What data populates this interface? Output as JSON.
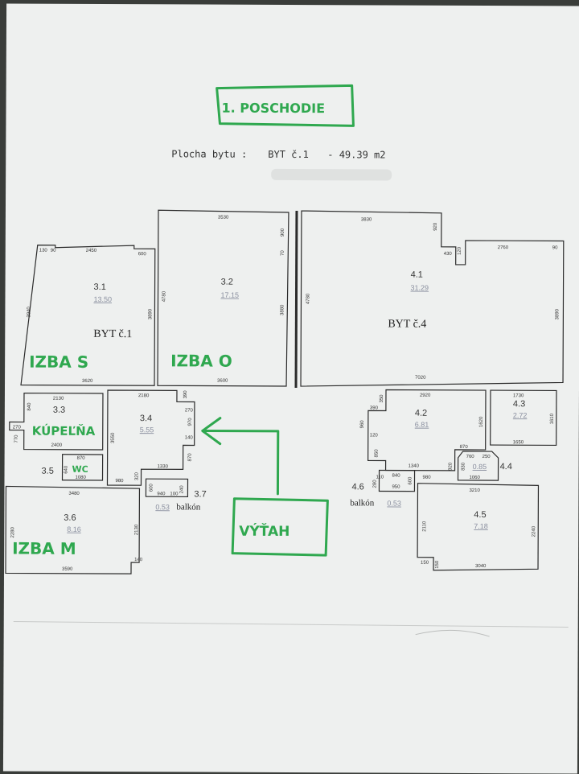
{
  "header": {
    "title": "1. POSCHODIE",
    "area_label": "Plocha bytu :",
    "apartment": "BYT č.1",
    "area_value": "- 49.39 m2"
  },
  "rooms": {
    "r31": {
      "num": "3.1",
      "area": "13.50"
    },
    "r32": {
      "num": "3.2",
      "area": "17.15"
    },
    "r41": {
      "num": "4.1",
      "area": "31.29"
    },
    "r33": {
      "num": "3.3"
    },
    "r34": {
      "num": "3.4",
      "area": "5.55"
    },
    "r35": {
      "num": "3.5"
    },
    "r36": {
      "num": "3.6",
      "area": "8.16"
    },
    "r37": {
      "num": "3.7",
      "area": "0.53",
      "label": "balkón"
    },
    "r42": {
      "num": "4.2",
      "area": "6.81"
    },
    "r43": {
      "num": "4.3",
      "area": "2.72"
    },
    "r44": {
      "num": "4.4",
      "area": "0.85"
    },
    "r45": {
      "num": "4.5",
      "area": "7.18"
    },
    "r46": {
      "num": "4.6",
      "area": "0.53",
      "label": "balkón"
    }
  },
  "labels": {
    "byt1": "BYT č.1",
    "byt4": "BYT č.4",
    "izba_s": "IZBA S",
    "izba_o": "IZBA O",
    "izba_m": "IZBA M",
    "kupelna": "KÚPEĽŇA",
    "wc": "WC",
    "vytah": "VÝŤAH"
  },
  "dims": {
    "d2450": "2450",
    "d130": "130",
    "d90": "90",
    "d600": "600",
    "d3940": "3940",
    "d3890a": "3890",
    "d3620": "3620",
    "d3530": "3530",
    "d900": "900",
    "d70": "70",
    "d4780a": "4780",
    "d3880": "3880",
    "d3600": "3600",
    "d3830": "3830",
    "d920": "920",
    "d430": "430",
    "d120": "120",
    "d2760": "2760",
    "d90b": "90",
    "d4780b": "4780",
    "d3890b": "3890",
    "d7020": "7020",
    "d2130": "2130",
    "d840": "840",
    "d270": "270",
    "d770": "770",
    "d2400": "2400",
    "d2180": "2180",
    "d390": "390",
    "d270b": "270",
    "d970": "970",
    "d140": "140",
    "d3550": "3550",
    "d870": "870",
    "d1330": "1330",
    "d980": "980",
    "d320": "320",
    "d870b": "870",
    "d640": "640",
    "d1080": "1080",
    "d3480": "3480",
    "d2280": "2280",
    "d2130b": "2130",
    "d140b": "140",
    "d3590": "3590",
    "d940": "940",
    "d100": "100",
    "d600b": "600",
    "d240": "240",
    "d2920": "2920",
    "d350": "350",
    "d390b": "390",
    "d960": "960",
    "d120b": "120",
    "d850": "850",
    "d1620": "1620",
    "d870c": "870",
    "d1340": "1340",
    "d920b": "920",
    "d110": "110",
    "d840b": "840",
    "d280": "280",
    "d950": "950",
    "d600c": "600",
    "d980b": "980",
    "d760": "760",
    "d250": "250",
    "d830": "830",
    "d1060": "1060",
    "d1730": "1730",
    "d1610": "1610",
    "d1650": "1650",
    "d3210": "3210",
    "d2110": "2110",
    "d2240": "2240",
    "d3040": "3040",
    "d150": "150",
    "d150b": "150"
  },
  "colors": {
    "paper": "#eef0ef",
    "ink": "#2b2b2b",
    "marker": "#2fa84f",
    "background": "#3a3d3a"
  }
}
